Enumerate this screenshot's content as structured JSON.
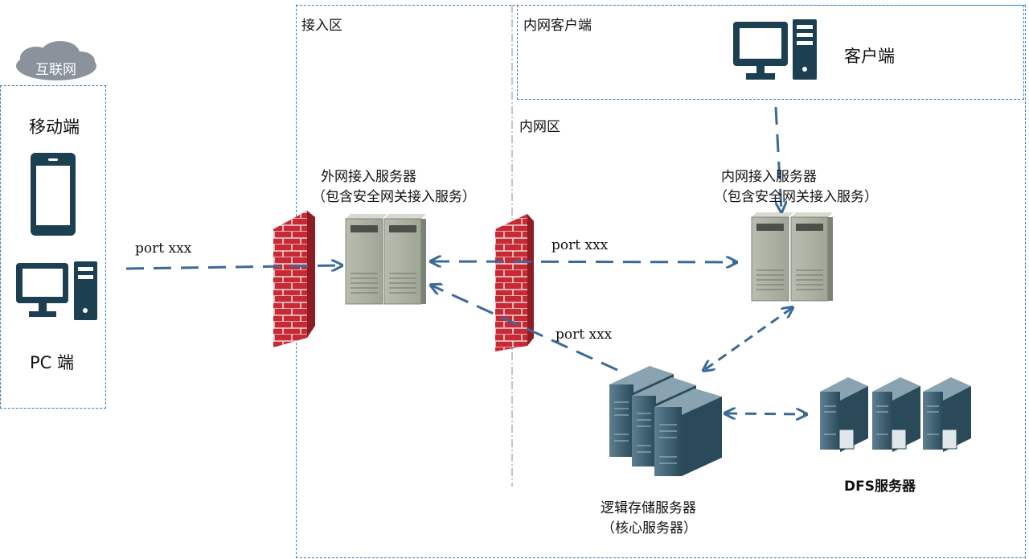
{
  "zones": {
    "internet": "互联网",
    "access": "接入区",
    "intranet_client": "内网客户端",
    "intranet": "内网区"
  },
  "nodes": {
    "mobile": "移动端",
    "pc": "PC 端",
    "client": "客户端",
    "ext_server": {
      "title": "外网接入服务器",
      "sub": "（包含安全网关接入服务）"
    },
    "int_server": {
      "title": "内网接入服务器",
      "sub": "（包含安全网关接入服务）"
    },
    "storage": {
      "title": "逻辑存储服务器",
      "sub": "（核心服务器）"
    },
    "dfs": "DFS服务器"
  },
  "edges": {
    "internet_to_ext": "port xxx",
    "ext_to_int": "port xxx",
    "storage_to_ext": "port xxx"
  },
  "colors": {
    "arrow": "#3b6a99",
    "zone_border": "#3a7fb5",
    "firewall": "#b0232f",
    "device_dark": "#1d3f52",
    "server_gray": "#a9ae9f"
  }
}
